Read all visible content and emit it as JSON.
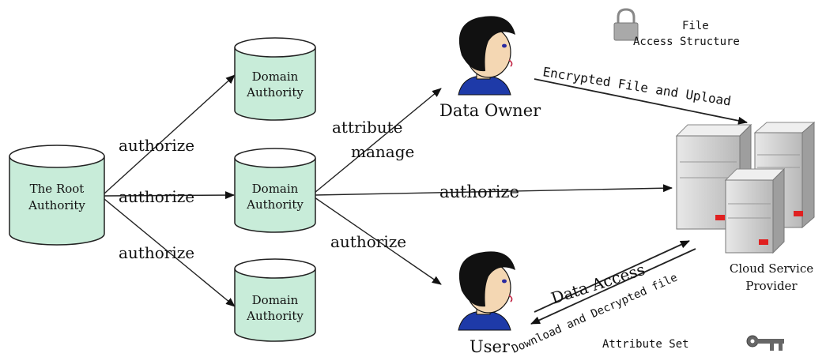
{
  "root": {
    "label_line1": "The Root",
    "label_line2": "Authority"
  },
  "domains": [
    {
      "label_line1": "Domain",
      "label_line2": "Authority"
    },
    {
      "label_line1": "Domain",
      "label_line2": "Authority"
    },
    {
      "label_line1": "Domain",
      "label_line2": "Authority"
    }
  ],
  "edges": {
    "root_to_top": "authorize",
    "root_to_mid": "authorize",
    "root_to_bottom": "authorize",
    "mid_to_owner_line1": "attribute",
    "mid_to_owner_line2": "manage",
    "mid_to_cloud": "authorize",
    "mid_to_user": "authorize",
    "owner_to_cloud": "Encrypted File and Upload",
    "user_to_cloud": "Data Access",
    "cloud_to_user": "Download and Decrypted file"
  },
  "actors": {
    "owner": "Data Owner",
    "user": "User"
  },
  "cloud": {
    "label_line1": "Cloud Service",
    "label_line2": "Provider"
  },
  "legend": {
    "file_line1": "File",
    "file_line2": "Access Structure",
    "attribute_set": "Attribute Set",
    "lock_icon": "lock-icon",
    "key_icon": "key-icon"
  },
  "colors": {
    "cylinder_fill": "#c8ecd9",
    "server": "#c8c8c8",
    "server_light": "#e6e6e6",
    "led": "#e02020"
  }
}
